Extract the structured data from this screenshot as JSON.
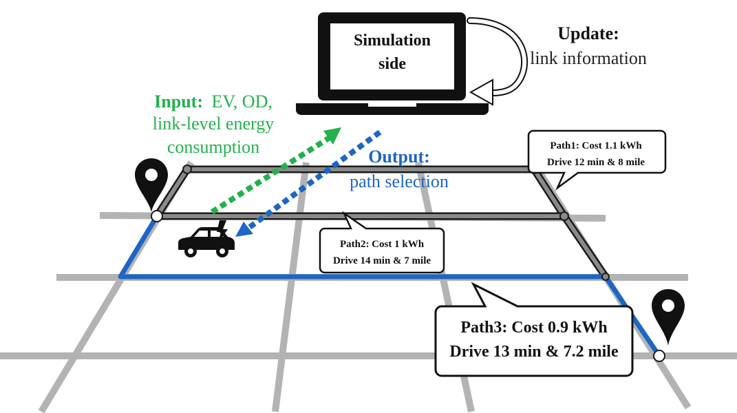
{
  "laptop": {
    "screen_title_line1": "Simulation",
    "screen_title_line2": "side"
  },
  "update": {
    "label_bold": "Update:",
    "label_text": "link information"
  },
  "input": {
    "label_bold": "Input:",
    "line1_rest": "EV, OD,",
    "line2": "link-level energy",
    "line3": "consumption",
    "color": "#22b14c"
  },
  "output": {
    "label_bold": "Output:",
    "line2": "path selection",
    "color": "#1c66c4"
  },
  "paths": [
    {
      "id": "path1",
      "line1": "Path1: Cost 1.1 kWh",
      "line2": "Drive 12 min & 8 mile"
    },
    {
      "id": "path2",
      "line1": "Path2: Cost 1 kWh",
      "line2": "Drive 14 min & 7 mile"
    },
    {
      "id": "path3",
      "line1": "Path3: Cost 0.9 kWh",
      "line2": "Drive 13 min & 7.2 mile"
    }
  ],
  "icons": {
    "origin": "map-pin-icon",
    "destination": "map-pin-icon",
    "vehicle": "electric-car-icon",
    "computer": "laptop-icon",
    "update_arrow": "circular-arrow-icon"
  },
  "colors": {
    "selected_path": "#1c66c4",
    "alt_path": "#8a8a8a",
    "road": "#b3b3b3"
  }
}
